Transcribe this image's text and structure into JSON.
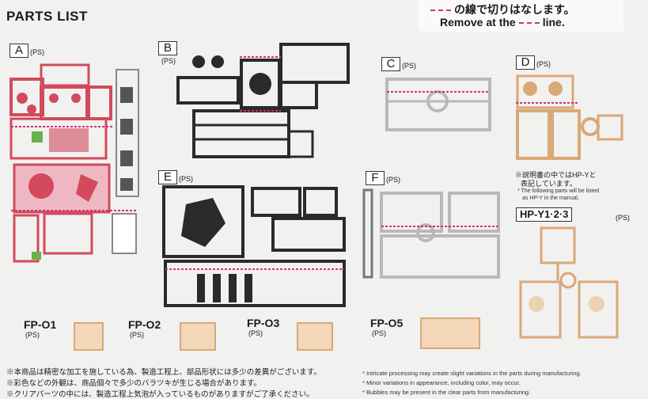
{
  "page": {
    "title": "PARTS LIST"
  },
  "banner": {
    "jp": "の線で切りはなします。",
    "en_prefix": "Remove at the",
    "en_suffix": "line."
  },
  "sprues": {
    "A": {
      "label": "A",
      "sub": "(PS)"
    },
    "B": {
      "label": "B",
      "sub": "(PS)"
    },
    "C": {
      "label": "C",
      "sub": "(PS)"
    },
    "D": {
      "label": "D",
      "sub": "(PS)"
    },
    "E": {
      "label": "E",
      "sub": "(PS)"
    },
    "F": {
      "label": "F",
      "sub": "(PS)"
    }
  },
  "hp_note": {
    "jp1": "※説明書の中ではHP-Yと",
    "jp2": "表記しています。",
    "en1": "* The following parts will be listed",
    "en2": "as HP-Y in the manual."
  },
  "hpy": {
    "label": "HP-Y1·2·3",
    "sub": "(PS)"
  },
  "fp": [
    {
      "label": "FP-O1",
      "sub": "(PS)"
    },
    {
      "label": "FP-O2",
      "sub": "(PS)"
    },
    {
      "label": "FP-O3",
      "sub": "(PS)"
    },
    {
      "label": "FP-O5",
      "sub": "(PS)"
    }
  ],
  "notes_jp": [
    "※本商品は精密な加工を施している為、製造工程上、部品形状には多少の差異がございます。",
    "※彩色などの外観は、商品個々で多少のバラツキが生じる場合があります。",
    "※クリアパーツの中には、製造工程上気泡が入っているものがありますがご了承ください。"
  ],
  "notes_en": [
    "* Intricate processing may create slight variations in the parts during manufacturing.",
    "* Minor variations in appearance, including color, may occur.",
    "* Bubbles may be present in the clear parts from manufacturing."
  ],
  "colors": {
    "red": "#d24a5c",
    "pink": "#efb7c3",
    "dark": "#2a2a2a",
    "grey": "#b9b9b9",
    "tan": "#d9a877",
    "cutline": "#d0307a",
    "number": "#1f77c8"
  },
  "icons": [
    "parts-tree-icon"
  ]
}
